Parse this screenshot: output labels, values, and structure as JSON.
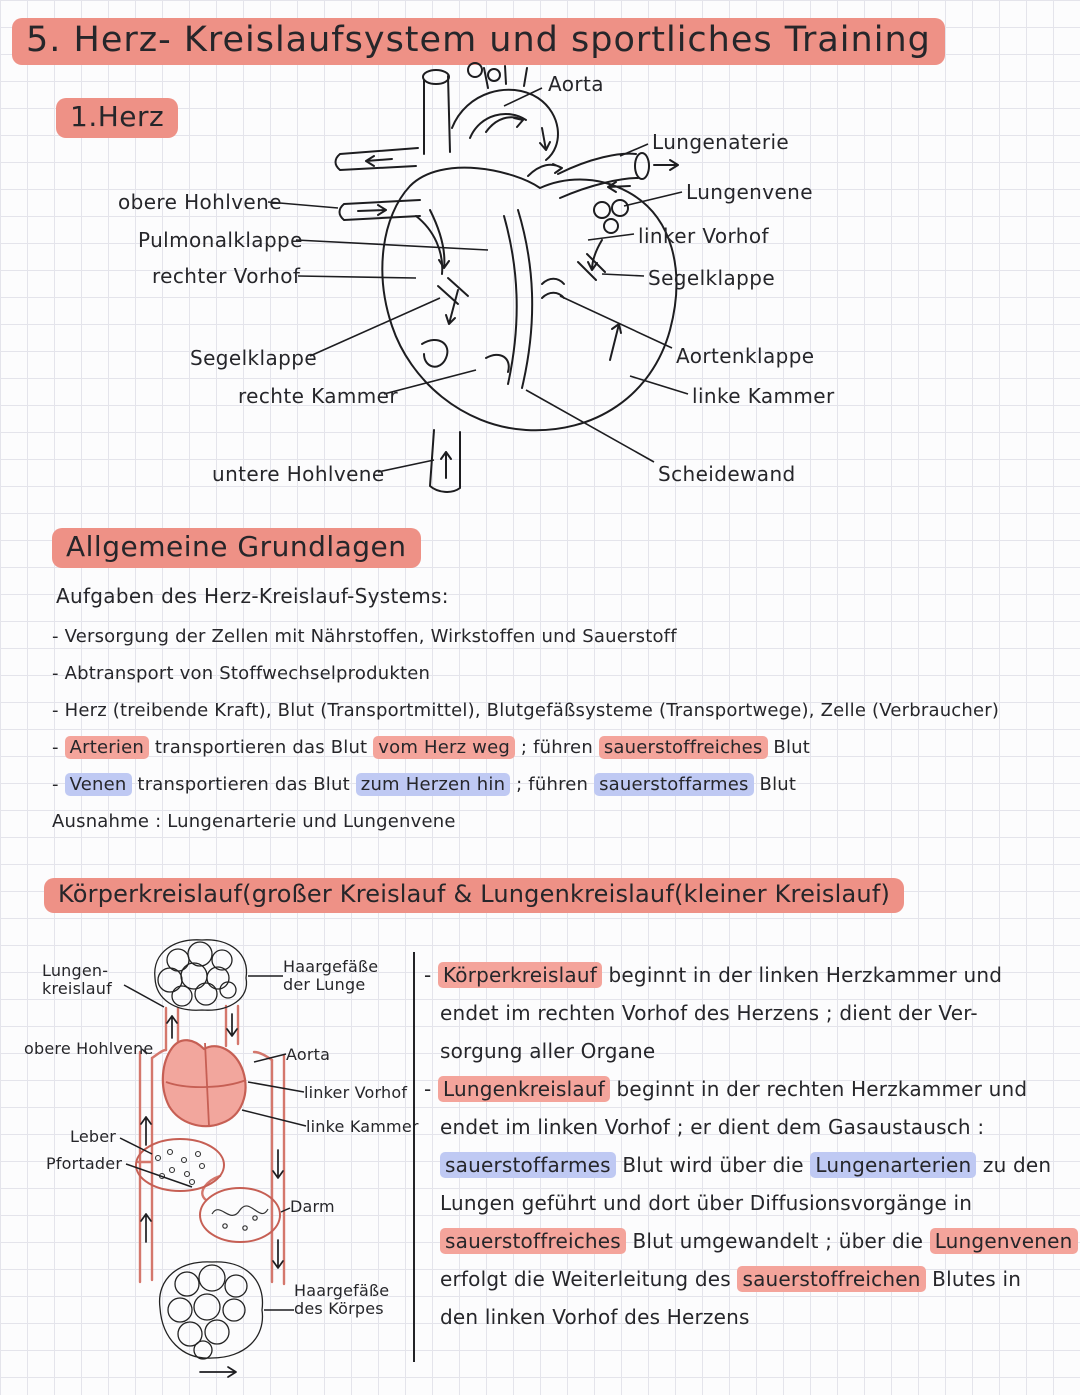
{
  "page": {
    "title": "5. Herz- Kreislaufsystem und sportliches Training"
  },
  "colors": {
    "highlight_pink": "#ee9186",
    "inline_pink": "#f4a49b",
    "inline_blue": "#bfc9f3",
    "diagram_red": "#c65f54"
  },
  "heart": {
    "heading": "1.Herz",
    "labels": {
      "aorta": "Aorta",
      "lungenaterie": "Lungenaterie",
      "lungenvene": "Lungenvene",
      "linker_vorhof": "linker Vorhof",
      "segelklappe_rechts": "Segelklappe",
      "aortenklappe": "Aortenklappe",
      "linke_kammer": "linke Kammer",
      "scheidewand": "Scheidewand",
      "obere_hohlvene": "obere Hohlvene",
      "pulmonalklappe": "Pulmonalklappe",
      "rechter_vorhof": "rechter Vorhof",
      "segelklappe_links": "Segelklappe",
      "rechte_kammer": "rechte Kammer",
      "untere_hohlvene": "untere Hohlvene"
    }
  },
  "grundlagen": {
    "heading": "Allgemeine Grundlagen",
    "subheading": "Aufgaben des Herz-Kreislauf-Systems:",
    "lines": [
      {
        "segments": [
          {
            "t": "- Versorgung der Zellen mit Nährstoffen, Wirkstoffen und Sauerstoff"
          }
        ]
      },
      {
        "segments": [
          {
            "t": "- Abtransport von Stoffwechselprodukten"
          }
        ]
      },
      {
        "segments": [
          {
            "t": "- Herz (treibende Kraft), Blut (Transportmittel), Blutgefäßsysteme (Transportwege), Zelle (Verbraucher)"
          }
        ]
      },
      {
        "segments": [
          {
            "t": "- "
          },
          {
            "t": "Arterien",
            "h": "pink"
          },
          {
            "t": " transportieren das Blut "
          },
          {
            "t": "vom Herz weg",
            "h": "pink"
          },
          {
            "t": " ; führen "
          },
          {
            "t": "sauerstoffreiches",
            "h": "pink"
          },
          {
            "t": " Blut"
          }
        ]
      },
      {
        "segments": [
          {
            "t": "- "
          },
          {
            "t": "Venen",
            "h": "blue"
          },
          {
            "t": " transportieren das Blut "
          },
          {
            "t": "zum Herzen hin",
            "h": "blue"
          },
          {
            "t": " ; führen "
          },
          {
            "t": "sauerstoffarmes",
            "h": "blue"
          },
          {
            "t": " Blut"
          }
        ]
      },
      {
        "segments": [
          {
            "t": "Ausnahme : Lungenarterie und Lungenvene"
          }
        ]
      }
    ]
  },
  "kreislauf": {
    "heading": "Körperkreislauf(großer Kreislauf & Lungenkreislauf(kleiner Kreislauf)",
    "diagram_labels": {
      "lungenkreislauf": "Lungen-\nkreislauf",
      "haargefaesse_lunge": "Haargefäße\nder Lunge",
      "obere_hohlvene": "obere Hohlvene",
      "aorta": "Aorta",
      "linker_vorhof": "linker Vorhof",
      "linke_kammer": "linke Kammer",
      "leber": "Leber",
      "pfortader": "Pfortader",
      "darm": "Darm",
      "haargefaesse_koerper": "Haargefäße\ndes Körpes"
    },
    "lines": [
      {
        "segments": [
          {
            "t": "- "
          },
          {
            "t": "Körperkreislauf",
            "h": "pink"
          },
          {
            "t": " beginnt in der linken Herzkammer und"
          }
        ]
      },
      {
        "segments": [
          {
            "t": "endet im rechten Vorhof des Herzens ; dient der Ver-"
          }
        ]
      },
      {
        "segments": [
          {
            "t": "sorgung aller Organe"
          }
        ]
      },
      {
        "segments": [
          {
            "t": "- "
          },
          {
            "t": "Lungenkreislauf",
            "h": "pink"
          },
          {
            "t": " beginnt in der rechten Herzkammer und"
          }
        ]
      },
      {
        "segments": [
          {
            "t": "endet im linken Vorhof ; er dient dem Gasaustausch :"
          }
        ]
      },
      {
        "segments": [
          {
            "t": "sauerstoffarmes",
            "h": "blue"
          },
          {
            "t": " Blut wird über die "
          },
          {
            "t": "Lungenarterien",
            "h": "blue"
          },
          {
            "t": " zu den"
          }
        ]
      },
      {
        "segments": [
          {
            "t": "Lungen geführt und dort über Diffusionsvorgänge in"
          }
        ]
      },
      {
        "segments": [
          {
            "t": "sauerstoffreiches",
            "h": "pink"
          },
          {
            "t": " Blut umgewandelt ; über die "
          },
          {
            "t": "Lungenvenen",
            "h": "pink"
          }
        ]
      },
      {
        "segments": [
          {
            "t": "erfolgt die Weiterleitung des "
          },
          {
            "t": "sauerstoffreichen",
            "h": "pink"
          },
          {
            "t": " Blutes in"
          }
        ]
      },
      {
        "segments": [
          {
            "t": "den linken Vorhof des Herzens"
          }
        ]
      }
    ]
  }
}
